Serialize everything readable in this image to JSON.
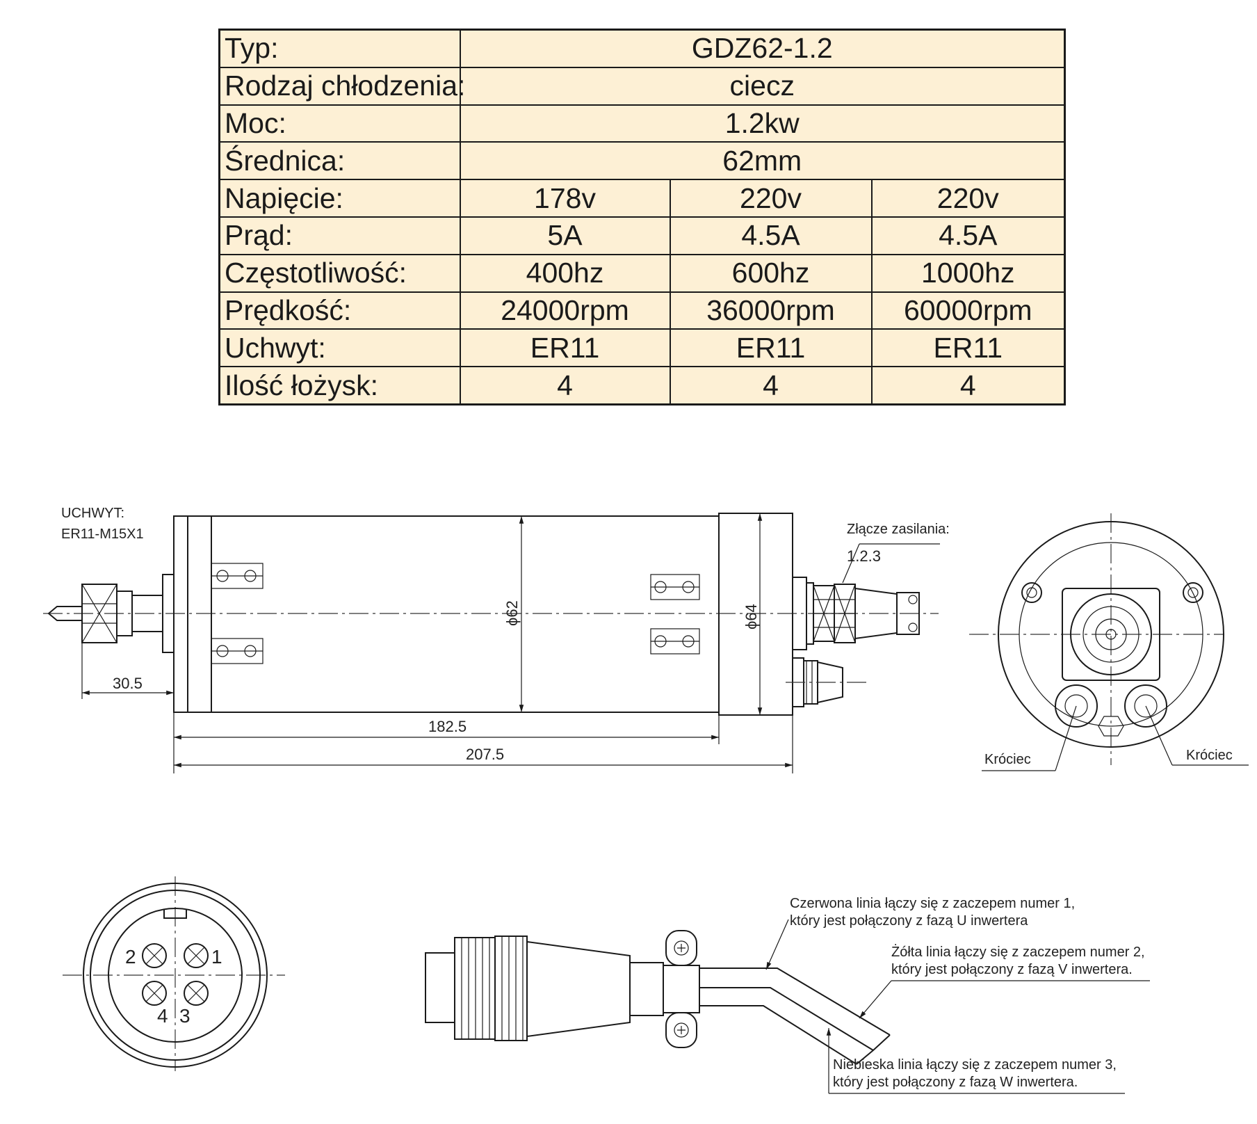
{
  "specs": {
    "rows": [
      {
        "label": "Typ:",
        "values": [
          "GDZ62-1.2"
        ]
      },
      {
        "label": "Rodzaj chłodzenia:",
        "values": [
          "ciecz"
        ]
      },
      {
        "label": "Moc:",
        "values": [
          "1.2kw"
        ]
      },
      {
        "label": "Średnica:",
        "values": [
          "62mm"
        ]
      },
      {
        "label": "Napięcie:",
        "values": [
          "178v",
          "220v",
          "220v"
        ]
      },
      {
        "label": "Prąd:",
        "values": [
          "5A",
          "4.5A",
          "4.5A"
        ]
      },
      {
        "label": "Częstotliwość:",
        "values": [
          "400hz",
          "600hz",
          "1000hz"
        ]
      },
      {
        "label": "Prędkość:",
        "values": [
          "24000rpm",
          "36000rpm",
          "60000rpm"
        ]
      },
      {
        "label": "Uchwyt:",
        "values": [
          "ER11",
          "ER11",
          "ER11"
        ]
      },
      {
        "label": "Ilość łożysk:",
        "values": [
          "4",
          "4",
          "4"
        ]
      }
    ],
    "background_color": "#fdf0d5",
    "border_color": "#1a1a1a"
  },
  "side_view": {
    "collet_label_1": "UCHWYT:",
    "collet_label_2": "ER11-M15X1",
    "dim_collet": "30.5",
    "dim_body_dia": "ϕ62",
    "dim_cap_dia": "ϕ64",
    "dim_body_len": "182.5",
    "dim_total_len": "207.5",
    "power_connector_label": "Złącze zasilania:",
    "power_pins": "1.2.3"
  },
  "end_view": {
    "left_port_label": "Króciec",
    "right_port_label": "Króciec"
  },
  "plug_face": {
    "pins": [
      "1",
      "2",
      "3",
      "4"
    ]
  },
  "cable": {
    "red_line_1": "Czerwona linia łączy się z zaczepem numer 1,",
    "red_line_2": "który jest połączony z fazą U inwertera",
    "yellow_line_1": "Żółta linia łączy się z zaczepem numer 2,",
    "yellow_line_2": "który jest połączony z fazą V inwertera.",
    "blue_line_1": "Niebieska linia łączy się z zaczepem numer 3,",
    "blue_line_2": "który jest połączony z fazą W inwertera."
  }
}
